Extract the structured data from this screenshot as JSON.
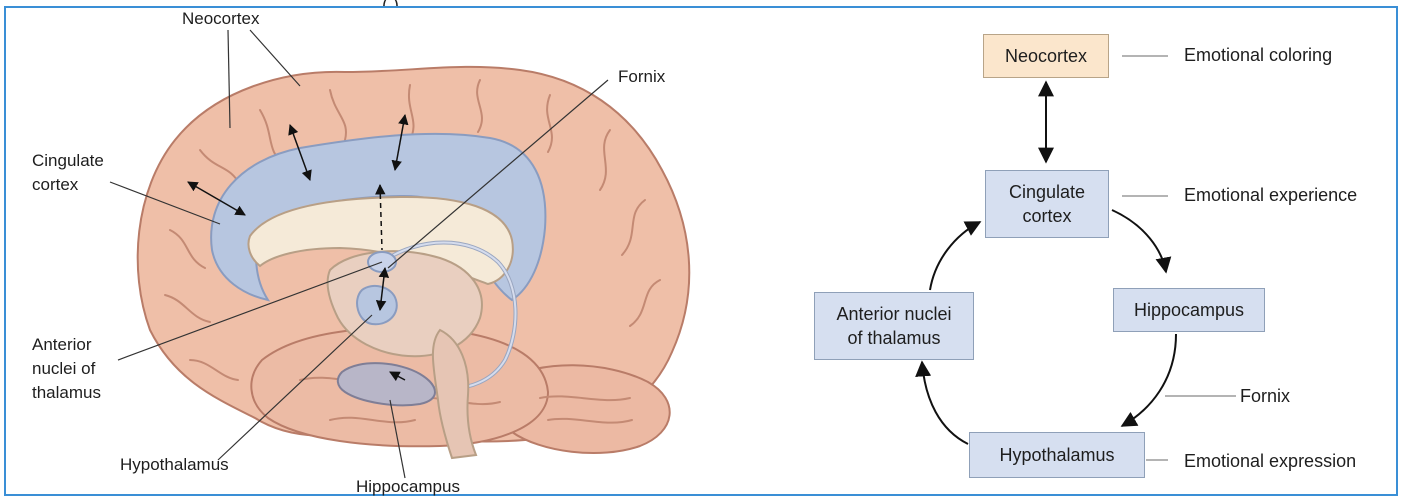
{
  "colors": {
    "frame_border": "#3a8fd6",
    "cortex_pink": "#efbfa8",
    "cingulate_blue": "#b7c6e0",
    "inner_cream": "#f5ead8",
    "box_blue": "#d6dff0",
    "box_cream": "#fbe6cc"
  },
  "illustration": {
    "top_fragment": "(                         )",
    "labels": {
      "neocortex": "Neocortex",
      "fornix": "Fornix",
      "cingulate_line1": "Cingulate",
      "cingulate_line2": "cortex",
      "anterior_line1": "Anterior",
      "anterior_line2": "nuclei of",
      "anterior_line3": "thalamus",
      "hypothalamus": "Hypothalamus",
      "hippocampus": "Hippocampus"
    }
  },
  "flow": {
    "boxes": {
      "neocortex": "Neocortex",
      "cingulate_line1": "Cingulate",
      "cingulate_line2": "cortex",
      "hippocampus": "Hippocampus",
      "hypothalamus": "Hypothalamus",
      "anterior_line1": "Anterior nuclei",
      "anterior_line2": "of thalamus"
    },
    "side_labels": {
      "neocortex": "Emotional coloring",
      "cingulate": "Emotional experience",
      "fornix": "Fornix",
      "hypothalamus": "Emotional expression"
    }
  }
}
